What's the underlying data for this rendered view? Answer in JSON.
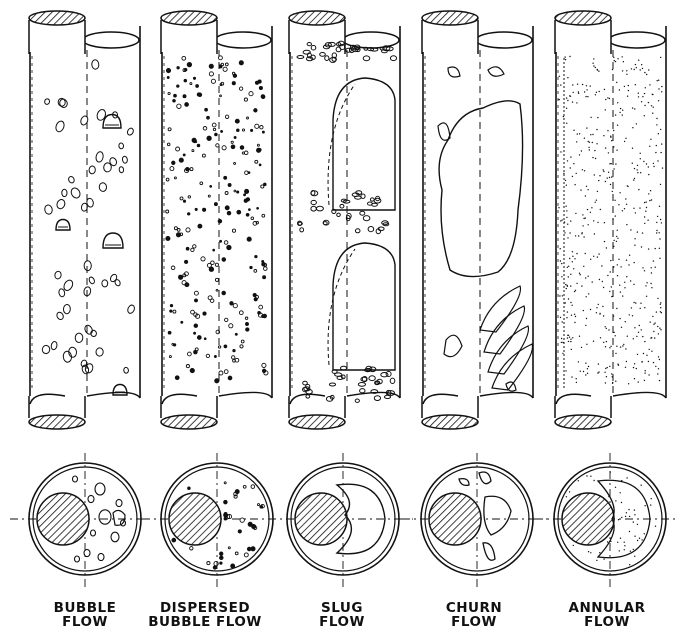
{
  "ink_color": "#111111",
  "paper_color": "#ffffff",
  "regimes": [
    {
      "id": "bubble",
      "line1": "BUBBLE",
      "line2": "FLOW"
    },
    {
      "id": "dispersed-bubble",
      "line1": "DISPERSED",
      "line2": "BUBBLE FLOW"
    },
    {
      "id": "slug",
      "line1": "SLUG",
      "line2": "FLOW"
    },
    {
      "id": "churn",
      "line1": "CHURN",
      "line2": "FLOW"
    },
    {
      "id": "annular",
      "line1": "ANNULAR",
      "line2": "FLOW"
    }
  ]
}
